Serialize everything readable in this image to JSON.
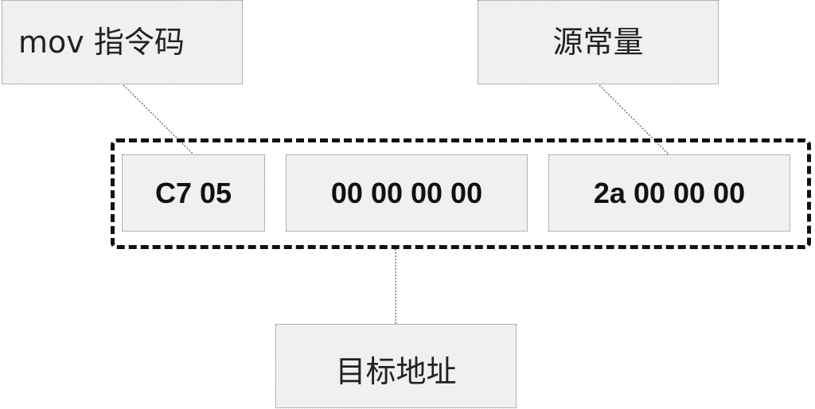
{
  "labels": {
    "opcode": "mov 指令码",
    "source_constant": "源常量",
    "target_address": "目标地址"
  },
  "bytes": {
    "opcode": "C7 05",
    "target_address": "00 00 00 00",
    "source_constant": "2a 00 00 00"
  },
  "colors": {
    "box_fill": "#f0f0f0",
    "box_border": "#777777",
    "outline": "#111111",
    "connector": "#555555"
  }
}
